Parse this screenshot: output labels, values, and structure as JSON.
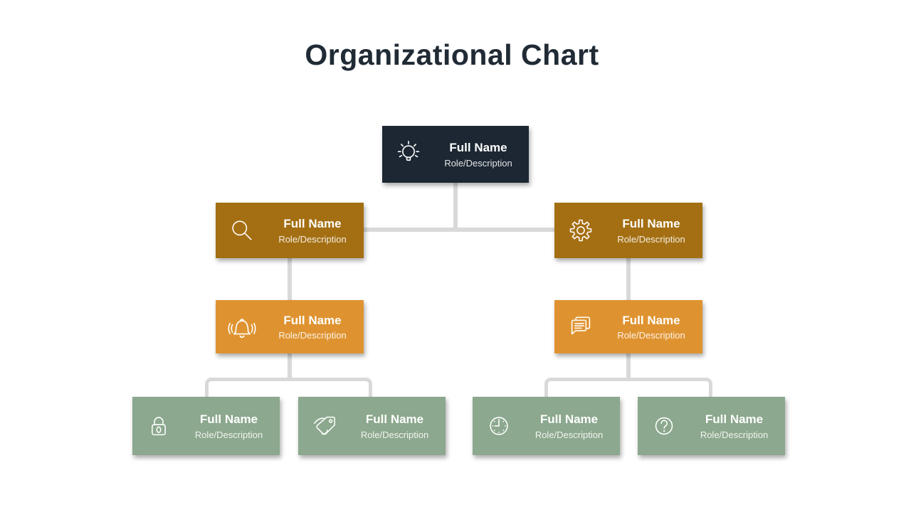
{
  "title": "Organizational Chart",
  "colors": {
    "title": "#212b36",
    "background": "#ffffff",
    "level1": "#1c2733",
    "level2": "#a46f12",
    "level3": "#df9330",
    "level4": "#8ca88e",
    "connector": "#d9d9d9",
    "node_text": "#ffffff"
  },
  "nodes": [
    {
      "name": "Full Name",
      "role": "Role/Description",
      "icon": "lightbulb-icon",
      "level": 1,
      "parent": null
    },
    {
      "name": "Full Name",
      "role": "Role/Description",
      "icon": "search-icon",
      "level": 2,
      "parent": 0
    },
    {
      "name": "Full Name",
      "role": "Role/Description",
      "icon": "gear-icon",
      "level": 2,
      "parent": 0
    },
    {
      "name": "Full Name",
      "role": "Role/Description",
      "icon": "bell-icon",
      "level": 3,
      "parent": 1
    },
    {
      "name": "Full Name",
      "role": "Role/Description",
      "icon": "chat-icon",
      "level": 3,
      "parent": 2
    },
    {
      "name": "Full Name",
      "role": "Role/Description",
      "icon": "lock-icon",
      "level": 4,
      "parent": 3
    },
    {
      "name": "Full Name",
      "role": "Role/Description",
      "icon": "tag-icon",
      "level": 4,
      "parent": 3
    },
    {
      "name": "Full Name",
      "role": "Role/Description",
      "icon": "clock-icon",
      "level": 4,
      "parent": 4
    },
    {
      "name": "Full Name",
      "role": "Role/Description",
      "icon": "question-icon",
      "level": 4,
      "parent": 4
    }
  ]
}
